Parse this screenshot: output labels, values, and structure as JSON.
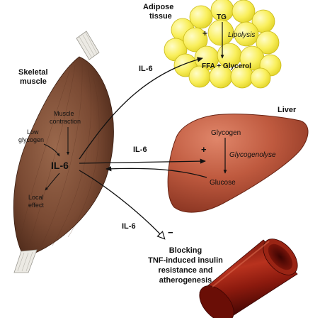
{
  "adipose": {
    "title_line1": "Adipose",
    "title_line2": "tissue",
    "tg": "TG",
    "plus": "+",
    "lipolysis": "Lipolysis",
    "products": "FFA + Glycerol"
  },
  "muscle": {
    "title_line1": "Skeletal",
    "title_line2": "muscle",
    "contraction_line1": "Muscle",
    "contraction_line2": "contraction",
    "low_glycogen_line1": "Low",
    "low_glycogen_line2": "glycogen",
    "il6": "IL-6",
    "local_line1": "Local",
    "local_line2": "effect"
  },
  "liver": {
    "title": "Liver",
    "glycogen": "Glycogen",
    "plus": "+",
    "glycogenolyse": "Glycogenolyse",
    "glucose": "Glucose"
  },
  "arrows": {
    "to_adipose": "IL-6",
    "to_liver": "IL-6",
    "to_vessel": "IL-6",
    "minus": "−"
  },
  "vessel": {
    "line1": "Blocking",
    "line2": "TNF-induced insulin",
    "line3": "resistance and",
    "line4": "atherogenesis"
  },
  "colors": {
    "muscle": "#7a4a33",
    "liver": "#b8533a",
    "fat": "#f7ec4e",
    "vessel": "#8a1a10"
  }
}
